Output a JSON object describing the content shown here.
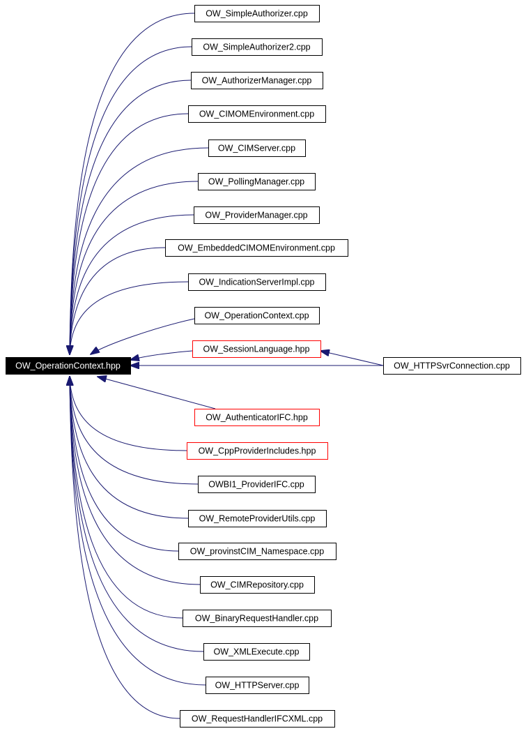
{
  "colors": {
    "background": "#ffffff",
    "edge": "#191970",
    "node_border": "#000000",
    "node_text": "#000000",
    "highlight_border": "#ff0000",
    "root_fill": "#000000",
    "root_text": "#ffffff"
  },
  "root": {
    "id": "root",
    "label": "OW_OperationContext.hpp"
  },
  "nodes": [
    {
      "id": "n1",
      "label": "OW_SimpleAuthorizer.cpp",
      "highlight": false
    },
    {
      "id": "n2",
      "label": "OW_SimpleAuthorizer2.cpp",
      "highlight": false
    },
    {
      "id": "n3",
      "label": "OW_AuthorizerManager.cpp",
      "highlight": false
    },
    {
      "id": "n4",
      "label": "OW_CIMOMEnvironment.cpp",
      "highlight": false
    },
    {
      "id": "n5",
      "label": "OW_CIMServer.cpp",
      "highlight": false
    },
    {
      "id": "n6",
      "label": "OW_PollingManager.cpp",
      "highlight": false
    },
    {
      "id": "n7",
      "label": "OW_ProviderManager.cpp",
      "highlight": false
    },
    {
      "id": "n8",
      "label": "OW_EmbeddedCIMOMEnvironment.cpp",
      "highlight": false
    },
    {
      "id": "n9",
      "label": "OW_IndicationServerImpl.cpp",
      "highlight": false
    },
    {
      "id": "n10",
      "label": "OW_OperationContext.cpp",
      "highlight": false
    },
    {
      "id": "n11",
      "label": "OW_SessionLanguage.hpp",
      "highlight": true
    },
    {
      "id": "n12",
      "label": "OW_HTTPSvrConnection.cpp",
      "highlight": false
    },
    {
      "id": "n13",
      "label": "OW_AuthenticatorIFC.hpp",
      "highlight": true
    },
    {
      "id": "n14",
      "label": "OW_CppProviderIncludes.hpp",
      "highlight": true
    },
    {
      "id": "n15",
      "label": "OWBI1_ProviderIFC.cpp",
      "highlight": false
    },
    {
      "id": "n16",
      "label": "OW_RemoteProviderUtils.cpp",
      "highlight": false
    },
    {
      "id": "n17",
      "label": "OW_provinstCIM_Namespace.cpp",
      "highlight": false
    },
    {
      "id": "n18",
      "label": "OW_CIMRepository.cpp",
      "highlight": false
    },
    {
      "id": "n19",
      "label": "OW_BinaryRequestHandler.cpp",
      "highlight": false
    },
    {
      "id": "n20",
      "label": "OW_XMLExecute.cpp",
      "highlight": false
    },
    {
      "id": "n21",
      "label": "OW_HTTPServer.cpp",
      "highlight": false
    },
    {
      "id": "n22",
      "label": "OW_RequestHandlerIFCXML.cpp",
      "highlight": false
    }
  ],
  "edges": [
    {
      "from": "n1",
      "to": "root"
    },
    {
      "from": "n2",
      "to": "root"
    },
    {
      "from": "n3",
      "to": "root"
    },
    {
      "from": "n4",
      "to": "root"
    },
    {
      "from": "n5",
      "to": "root"
    },
    {
      "from": "n6",
      "to": "root"
    },
    {
      "from": "n7",
      "to": "root"
    },
    {
      "from": "n8",
      "to": "root"
    },
    {
      "from": "n9",
      "to": "root"
    },
    {
      "from": "n10",
      "to": "root"
    },
    {
      "from": "n11",
      "to": "root"
    },
    {
      "from": "n12",
      "to": "root"
    },
    {
      "from": "n12",
      "to": "n11"
    },
    {
      "from": "n13",
      "to": "root"
    },
    {
      "from": "n14",
      "to": "root"
    },
    {
      "from": "n15",
      "to": "root"
    },
    {
      "from": "n16",
      "to": "root"
    },
    {
      "from": "n17",
      "to": "root"
    },
    {
      "from": "n18",
      "to": "root"
    },
    {
      "from": "n19",
      "to": "root"
    },
    {
      "from": "n20",
      "to": "root"
    },
    {
      "from": "n21",
      "to": "root"
    },
    {
      "from": "n22",
      "to": "root"
    }
  ]
}
